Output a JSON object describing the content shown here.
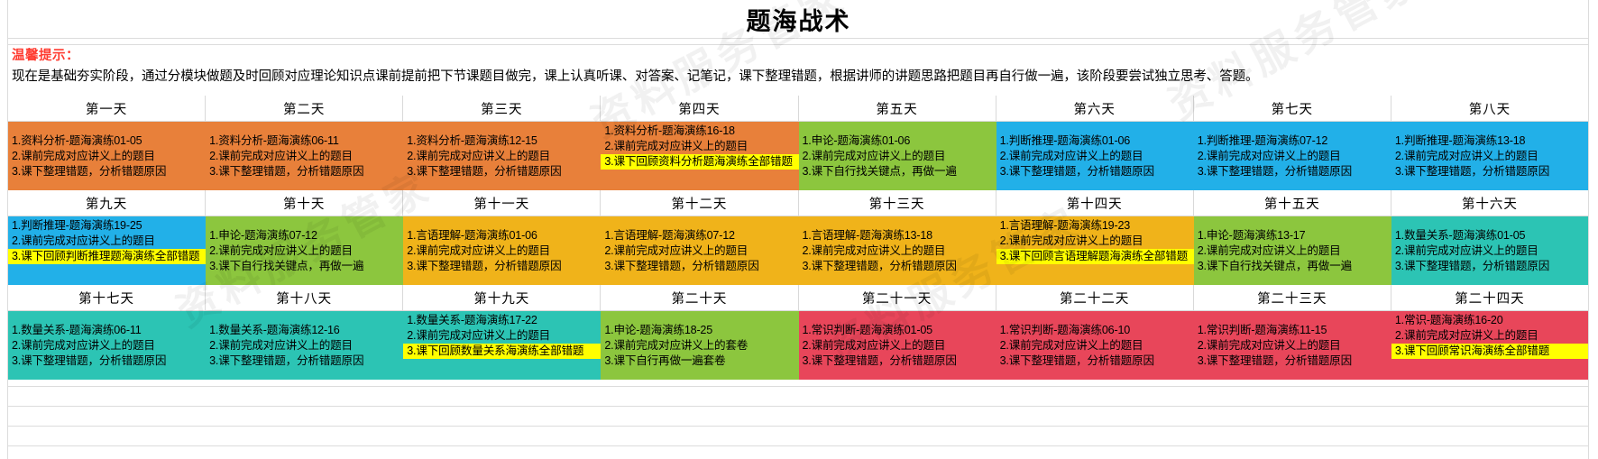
{
  "title": "题海战术",
  "tips": {
    "heading": "温馨提示：",
    "body": "现在是基础夯实阶段，通过分模块做题及时回顾对应理论知识点课前提前把下节课题目做完，课上认真听课、对答案、记笔记，课下整理错题，根据讲师的讲题思路把题目再自行做一遍，该阶段要尝试独立思考、答题。"
  },
  "watermarks": [
    "资料服务管家",
    "资料服务管家",
    "资料服务管家",
    "资料服务管家"
  ],
  "colors": {
    "orange": "#E8803A",
    "green": "#8CC63E",
    "blue": "#22B0E8",
    "gold": "#F0B31A",
    "teal": "#2CC4B4",
    "red": "#E8465A",
    "highlight": "#FFFF00",
    "tip_red": "#FF3B30"
  },
  "rows": [
    {
      "headers": [
        "第一天",
        "第二天",
        "第三天",
        "第四天",
        "第五天",
        "第六天",
        "第七天",
        "第八天"
      ],
      "cells": [
        {
          "color": "#E8803A",
          "align": "middle",
          "lines": [
            {
              "text": "1.资料分析-题海演练01-05",
              "hl": false
            },
            {
              "text": "2.课前完成对应讲义上的题目",
              "hl": false
            },
            {
              "text": "3.课下整理错题，分析错题原因",
              "hl": false
            }
          ]
        },
        {
          "color": "#E8803A",
          "align": "middle",
          "lines": [
            {
              "text": "1.资料分析-题海演练06-11",
              "hl": false
            },
            {
              "text": "2.课前完成对应讲义上的题目",
              "hl": false
            },
            {
              "text": "3.课下整理错题，分析错题原因",
              "hl": false
            }
          ]
        },
        {
          "color": "#E8803A",
          "align": "middle",
          "lines": [
            {
              "text": "1.资料分析-题海演练12-15",
              "hl": false
            },
            {
              "text": "2.课前完成对应讲义上的题目",
              "hl": false
            },
            {
              "text": "3.课下整理错题，分析错题原因",
              "hl": false
            }
          ]
        },
        {
          "color": "#E8803A",
          "align": "top",
          "lines": [
            {
              "text": "1.资料分析-题海演练16-18",
              "hl": false
            },
            {
              "text": "2.课前完成对应讲义上的题目",
              "hl": false
            },
            {
              "text": "3.课下回顾资料分析题海演练全部错题",
              "hl": true
            }
          ]
        },
        {
          "color": "#8CC63E",
          "align": "middle",
          "lines": [
            {
              "text": "1.申论-题海演练01-06",
              "hl": false
            },
            {
              "text": "2.课前完成对应讲义上的题目",
              "hl": false
            },
            {
              "text": "3.课下自行找关键点，再做一遍",
              "hl": false
            }
          ]
        },
        {
          "color": "#22B0E8",
          "align": "middle",
          "lines": [
            {
              "text": "1.判断推理-题海演练01-06",
              "hl": false
            },
            {
              "text": "2.课前完成对应讲义上的题目",
              "hl": false
            },
            {
              "text": "3.课下整理错题，分析错题原因",
              "hl": false
            }
          ]
        },
        {
          "color": "#22B0E8",
          "align": "middle",
          "lines": [
            {
              "text": "1.判断推理-题海演练07-12",
              "hl": false
            },
            {
              "text": "2.课前完成对应讲义上的题目",
              "hl": false
            },
            {
              "text": "3.课下整理错题，分析错题原因",
              "hl": false
            }
          ]
        },
        {
          "color": "#22B0E8",
          "align": "middle",
          "lines": [
            {
              "text": "1.判断推理-题海演练13-18",
              "hl": false
            },
            {
              "text": "2.课前完成对应讲义上的题目",
              "hl": false
            },
            {
              "text": "3.课下整理错题，分析错题原因",
              "hl": false
            }
          ]
        }
      ]
    },
    {
      "headers": [
        "第九天",
        "第十天",
        "第十一天",
        "第十二天",
        "第十三天",
        "第十四天",
        "第十五天",
        "第十六天"
      ],
      "cells": [
        {
          "color": "#22B0E8",
          "align": "top",
          "lines": [
            {
              "text": "1.判断推理-题海演练19-25",
              "hl": false
            },
            {
              "text": "2.课前完成对应讲义上的题目",
              "hl": false
            },
            {
              "text": "3.课下回顾判断推理题海演练全部错题",
              "hl": true
            }
          ]
        },
        {
          "color": "#8CC63E",
          "align": "middle",
          "lines": [
            {
              "text": "1.申论-题海演练07-12",
              "hl": false
            },
            {
              "text": "2.课前完成对应讲义上的题目",
              "hl": false
            },
            {
              "text": "3.课下自行找关键点，再做一遍",
              "hl": false
            }
          ]
        },
        {
          "color": "#F0B31A",
          "align": "middle",
          "lines": [
            {
              "text": "1.言语理解-题海演练01-06",
              "hl": false
            },
            {
              "text": "2.课前完成对应讲义上的题目",
              "hl": false
            },
            {
              "text": "3.课下整理错题，分析错题原因",
              "hl": false
            }
          ]
        },
        {
          "color": "#F0B31A",
          "align": "middle",
          "lines": [
            {
              "text": "1.言语理解-题海演练07-12",
              "hl": false
            },
            {
              "text": "2.课前完成对应讲义上的题目",
              "hl": false
            },
            {
              "text": "3.课下整理错题，分析错题原因",
              "hl": false
            }
          ]
        },
        {
          "color": "#F0B31A",
          "align": "middle",
          "lines": [
            {
              "text": "1.言语理解-题海演练13-18",
              "hl": false
            },
            {
              "text": "2.课前完成对应讲义上的题目",
              "hl": false
            },
            {
              "text": "3.课下整理错题，分析错题原因",
              "hl": false
            }
          ]
        },
        {
          "color": "#F0B31A",
          "align": "top",
          "lines": [
            {
              "text": "1.言语理解-题海演练19-23",
              "hl": false
            },
            {
              "text": "2.课前完成对应讲义上的题目",
              "hl": false
            },
            {
              "text": "3.课下回顾言语理解题海演练全部错题",
              "hl": true
            }
          ]
        },
        {
          "color": "#8CC63E",
          "align": "middle",
          "lines": [
            {
              "text": "1.申论-题海演练13-17",
              "hl": false
            },
            {
              "text": "2.课前完成对应讲义上的题目",
              "hl": false
            },
            {
              "text": "3.课下自行找关键点，再做一遍",
              "hl": false
            }
          ]
        },
        {
          "color": "#2CC4B4",
          "align": "middle",
          "lines": [
            {
              "text": "1.数量关系-题海演练01-05",
              "hl": false
            },
            {
              "text": "2.课前完成对应讲义上的题目",
              "hl": false
            },
            {
              "text": "3.课下整理错题，分析错题原因",
              "hl": false
            }
          ]
        }
      ]
    },
    {
      "headers": [
        "第十七天",
        "第十八天",
        "第十九天",
        "第二十天",
        "第二十一天",
        "第二十二天",
        "第二十三天",
        "第二十四天"
      ],
      "cells": [
        {
          "color": "#2CC4B4",
          "align": "middle",
          "lines": [
            {
              "text": "1.数量关系-题海演练06-11",
              "hl": false
            },
            {
              "text": "2.课前完成对应讲义上的题目",
              "hl": false
            },
            {
              "text": "3.课下整理错题，分析错题原因",
              "hl": false
            }
          ]
        },
        {
          "color": "#2CC4B4",
          "align": "middle",
          "lines": [
            {
              "text": "1.数量关系-题海演练12-16",
              "hl": false
            },
            {
              "text": "2.课前完成对应讲义上的题目",
              "hl": false
            },
            {
              "text": "3.课下整理错题，分析错题原因",
              "hl": false
            }
          ]
        },
        {
          "color": "#2CC4B4",
          "align": "top",
          "lines": [
            {
              "text": "1.数量关系-题海演练17-22",
              "hl": false
            },
            {
              "text": "2.课前完成对应讲义上的题目",
              "hl": false
            },
            {
              "text": "3.课下回顾数量关系海演练全部错题",
              "hl": true
            }
          ]
        },
        {
          "color": "#8CC63E",
          "align": "middle",
          "lines": [
            {
              "text": "1.申论-题海演练18-25",
              "hl": false
            },
            {
              "text": "2.课前完成对应讲义上的套卷",
              "hl": false
            },
            {
              "text": "3.课下自行再做一遍套卷",
              "hl": false
            }
          ]
        },
        {
          "color": "#E8465A",
          "align": "middle",
          "lines": [
            {
              "text": "1.常识判断-题海演练01-05",
              "hl": false
            },
            {
              "text": "2.课前完成对应讲义上的题目",
              "hl": false
            },
            {
              "text": "3.课下整理错题，分析错题原因",
              "hl": false
            }
          ]
        },
        {
          "color": "#E8465A",
          "align": "middle",
          "lines": [
            {
              "text": "1.常识判断-题海演练06-10",
              "hl": false
            },
            {
              "text": "2.课前完成对应讲义上的题目",
              "hl": false
            },
            {
              "text": "3.课下整理错题，分析错题原因",
              "hl": false
            }
          ]
        },
        {
          "color": "#E8465A",
          "align": "middle",
          "lines": [
            {
              "text": "1.常识判断-题海演练11-15",
              "hl": false
            },
            {
              "text": "2.课前完成对应讲义上的题目",
              "hl": false
            },
            {
              "text": "3.课下整理错题，分析错题原因",
              "hl": false
            }
          ]
        },
        {
          "color": "#E8465A",
          "align": "top",
          "lines": [
            {
              "text": "1.常识-题海演练16-20",
              "hl": false
            },
            {
              "text": "2.课前完成对应讲义上的题目",
              "hl": false
            },
            {
              "text": "3.课下回顾常识海演练全部错题",
              "hl": true
            }
          ]
        }
      ]
    }
  ]
}
